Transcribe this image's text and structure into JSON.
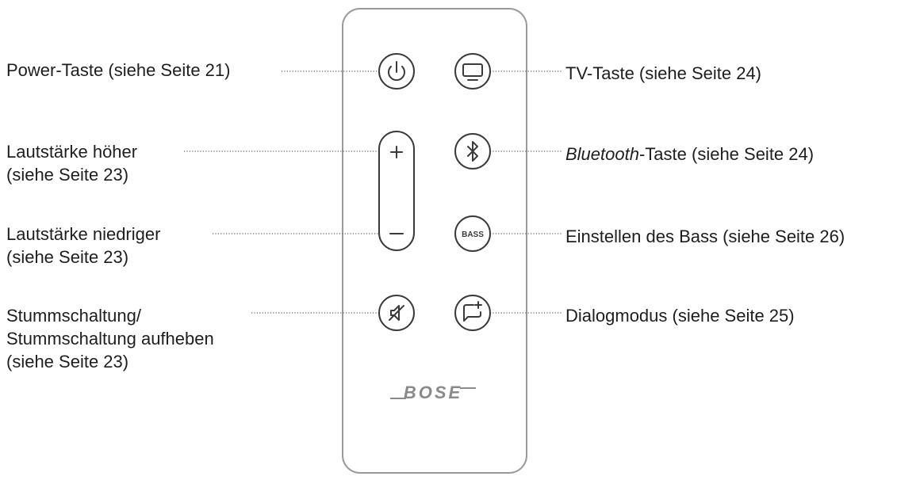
{
  "callouts": {
    "power": {
      "lines": [
        "Power-Taste (siehe Seite 21)"
      ]
    },
    "volume_up": {
      "lines": [
        "Lautstärke höher",
        "(siehe Seite 23)"
      ]
    },
    "volume_down": {
      "lines": [
        "Lautstärke niedriger",
        "(siehe Seite 23)"
      ]
    },
    "mute": {
      "lines": [
        "Stummschaltung/",
        "Stummschaltung aufheben",
        "(siehe Seite 23)"
      ]
    },
    "tv": {
      "lines": [
        "TV-Taste (siehe Seite 24)"
      ]
    },
    "bluetooth": {
      "italic": "Bluetooth",
      "rest": "-Taste (siehe Seite 24)"
    },
    "bass": {
      "lines": [
        "Einstellen des Bass (siehe Seite 26)"
      ]
    },
    "dialog": {
      "lines": [
        "Dialogmodus (siehe Seite 25)"
      ]
    }
  },
  "remote": {
    "brand_logo": "BOSE",
    "bass_button_text": "BASS",
    "buttons": [
      "power-icon",
      "tv-icon",
      "volume-up-icon",
      "volume-down-icon",
      "bluetooth-icon",
      "bass-icon",
      "mute-icon",
      "dialog-mode-icon"
    ]
  },
  "colors": {
    "outline": "#3a3a3a",
    "leader": "#7a7a7a",
    "text": "#1e1e1e"
  }
}
